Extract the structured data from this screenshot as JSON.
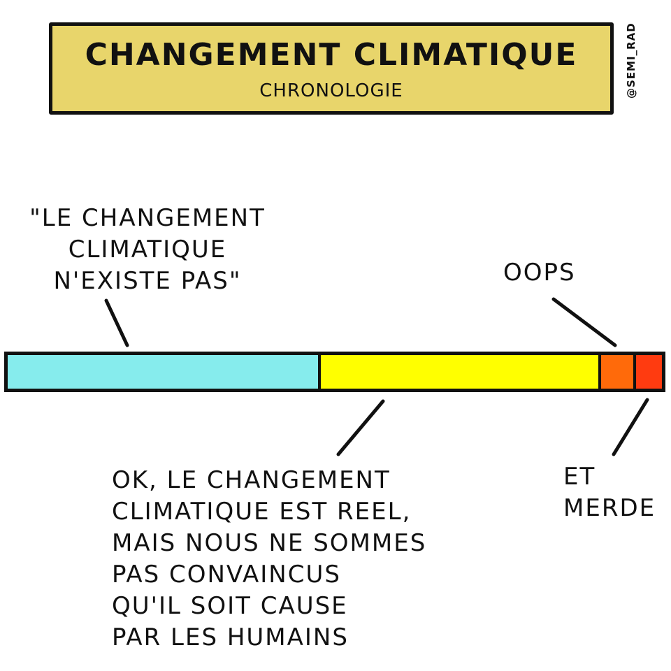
{
  "header": {
    "title": "CHANGEMENT CLIMATIQUE",
    "subtitle": "CHRONOLOGIE",
    "credit": "@SEMI_RAD"
  },
  "colors": {
    "title_box": "#e8d56b",
    "segment_1": "#86eced",
    "segment_2": "#ffff00",
    "segment_3": "#ff6a0a",
    "segment_4": "#ff3b10"
  },
  "timeline": {
    "segments": [
      {
        "fraction": 0.48,
        "label": "\"LE CHANGEMENT\nCLIMATIQUE\nN'EXISTE PAS\""
      },
      {
        "fraction": 0.43,
        "label": "OK, LE CHANGEMENT\nCLIMATIQUE EST REEL,\nMAIS NOUS NE SOMMES\nPAS CONVAINCUS\nQU'IL SOIT CAUSE\nPAR LES HUMAINS"
      },
      {
        "fraction": 0.05,
        "label": "OOPS"
      },
      {
        "fraction": 0.04,
        "label": "ET\nMERDE"
      }
    ]
  }
}
